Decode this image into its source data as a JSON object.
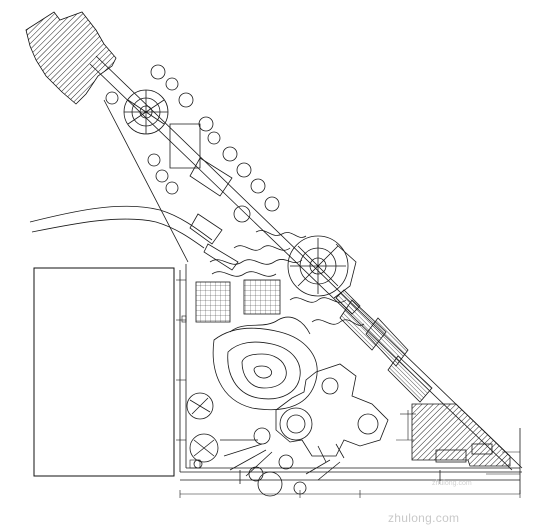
{
  "drawing": {
    "type": "landscape site plan",
    "background": "#ffffff",
    "line_color": "#1a1a1a"
  },
  "watermark": {
    "text": "zhulong.com",
    "sub_text": "zhulong.com",
    "color": "#c9c9c9"
  }
}
